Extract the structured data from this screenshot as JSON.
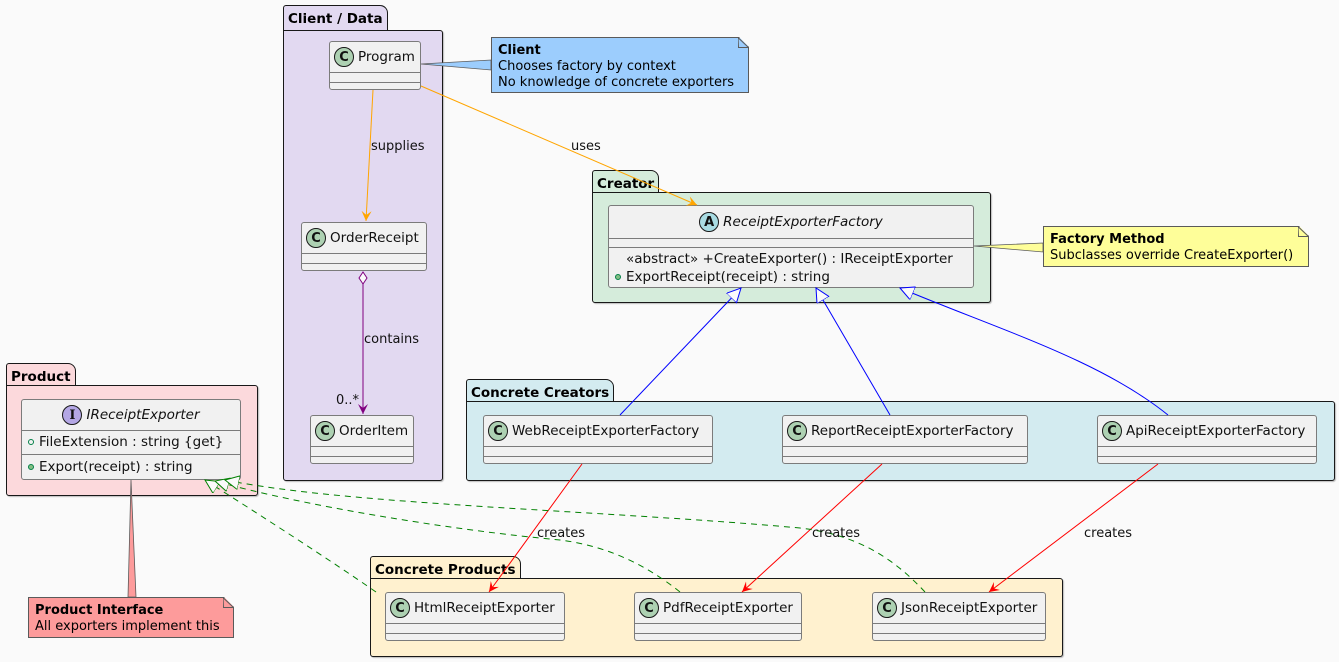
{
  "packages": {
    "client": {
      "title": "Client / Data",
      "color": "#e2d9f1"
    },
    "creator": {
      "title": "Creator",
      "color": "#d5ecdb"
    },
    "product": {
      "title": "Product",
      "color": "#fcd9dc"
    },
    "concrete_creators": {
      "title": "Concrete Creators",
      "color": "#d3ebf0"
    },
    "concrete_products": {
      "title": "Concrete Products",
      "color": "#fff1cf"
    }
  },
  "classes": {
    "program": {
      "name": "Program",
      "stereotype": "C"
    },
    "order_receipt": {
      "name": "OrderReceipt",
      "stereotype": "C"
    },
    "order_item": {
      "name": "OrderItem",
      "stereotype": "C"
    },
    "factory": {
      "name": "ReceiptExporterFactory",
      "stereotype": "A",
      "methods": [
        "«abstract» +CreateExporter() : IReceiptExporter",
        "ExportReceipt(receipt) : string"
      ]
    },
    "iexporter": {
      "name": "IReceiptExporter",
      "stereotype": "I",
      "fields": [
        "FileExtension : string {get}"
      ],
      "methods": [
        "Export(receipt) : string"
      ]
    },
    "web_factory": {
      "name": "WebReceiptExporterFactory",
      "stereotype": "C"
    },
    "report_factory": {
      "name": "ReportReceiptExporterFactory",
      "stereotype": "C"
    },
    "api_factory": {
      "name": "ApiReceiptExporterFactory",
      "stereotype": "C"
    },
    "html_exporter": {
      "name": "HtmlReceiptExporter",
      "stereotype": "C"
    },
    "pdf_exporter": {
      "name": "PdfReceiptExporter",
      "stereotype": "C"
    },
    "json_exporter": {
      "name": "JsonReceiptExporter",
      "stereotype": "C"
    }
  },
  "notes": {
    "client": {
      "title": "Client",
      "lines": [
        "Chooses factory by context",
        "No knowledge of concrete exporters"
      ],
      "color": "#9ccdfd"
    },
    "factory_method": {
      "title": "Factory Method",
      "lines": [
        "Subclasses override CreateExporter()"
      ],
      "color": "#fefe99"
    },
    "product_interface": {
      "title": "Product Interface",
      "lines": [
        "All exporters implement this"
      ],
      "color": "#fd9b9b"
    }
  },
  "edge_labels": {
    "supplies": "supplies",
    "uses": "uses",
    "contains": "contains",
    "multiplicity": "0..*",
    "creates_html": "creates",
    "creates_pdf": "creates",
    "creates_json": "creates"
  },
  "edge_colors": {
    "dependency": "#ffa500",
    "aggregation": "#800080",
    "inheritance": "#0000ff",
    "creates": "#ff0000",
    "realization": "#008000"
  }
}
